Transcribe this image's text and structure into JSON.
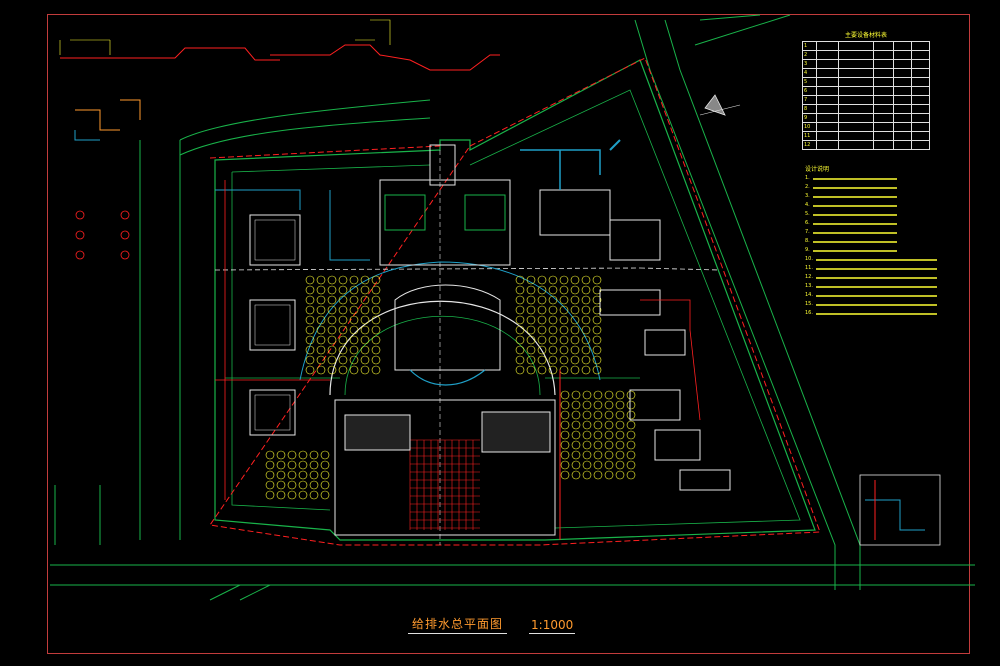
{
  "drawing": {
    "title": "给排水总平面图",
    "scale": "1:1000"
  },
  "legend": {
    "title": "主要设备材料表",
    "rows": [
      [
        "1",
        "",
        "",
        "",
        "",
        ""
      ],
      [
        "2",
        "",
        "",
        "",
        "",
        ""
      ],
      [
        "3",
        "",
        "",
        "",
        "",
        ""
      ],
      [
        "4",
        "",
        "",
        "",
        "",
        ""
      ],
      [
        "5",
        "",
        "",
        "",
        "",
        ""
      ],
      [
        "6",
        "",
        "",
        "",
        "",
        ""
      ],
      [
        "7",
        "",
        "",
        "",
        "",
        ""
      ],
      [
        "8",
        "",
        "",
        "",
        "",
        ""
      ],
      [
        "9",
        "",
        "",
        "",
        "",
        ""
      ],
      [
        "10",
        "",
        "",
        "",
        "",
        ""
      ],
      [
        "11",
        "",
        "",
        "",
        "",
        ""
      ],
      [
        "12",
        "",
        "",
        "",
        "",
        ""
      ]
    ]
  },
  "notes": {
    "heading": "设计说明",
    "items": [
      "1.",
      "2.",
      "3.",
      "4.",
      "5.",
      "6.",
      "7.",
      "8.",
      "9.",
      "10.",
      "11.",
      "12.",
      "13.",
      "14.",
      "15.",
      "16."
    ]
  },
  "colors": {
    "background": "#000000",
    "frame": "#c23c3c",
    "road": "#19b34a",
    "building": "#e6e6e6",
    "water_supply": "#1fa0c8",
    "drainage": "#ff2020",
    "annotation": "#ffff33",
    "accent": "#ff9a2e"
  }
}
